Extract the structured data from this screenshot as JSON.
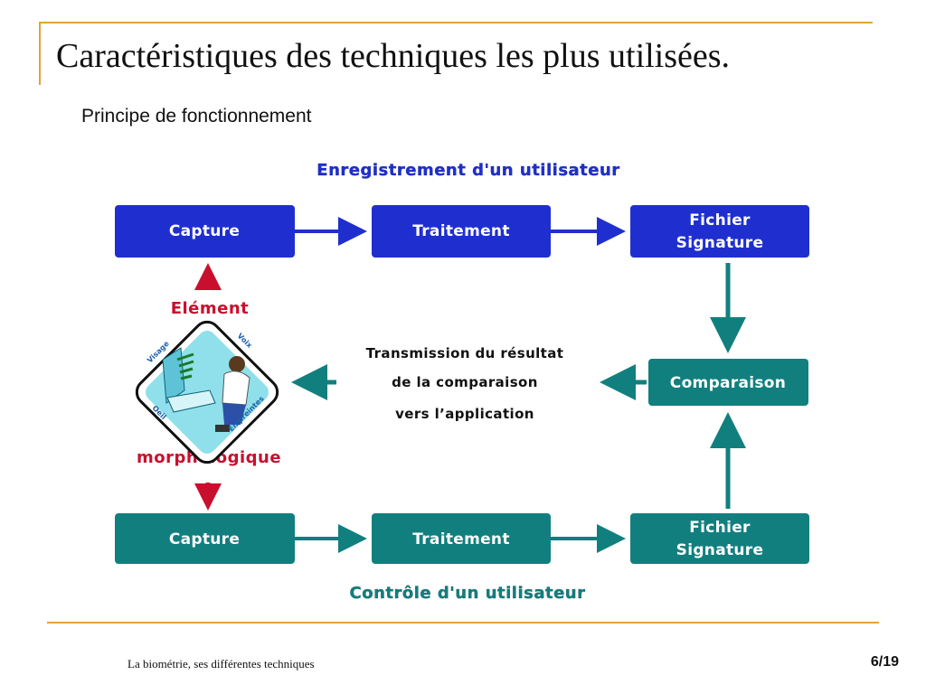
{
  "slide": {
    "title": "Caractéristiques des techniques les plus utilisées.",
    "subtitle": "Principe de fonctionnement",
    "footer": "La biométrie, ses différentes techniques",
    "page": "6/19"
  },
  "diagram": {
    "enroll_title": "Enregistrement d'un utilisateur",
    "control_title": "Contrôle d'un utilisateur",
    "enroll_row": {
      "capture": "Capture",
      "traitement": "Traitement",
      "fichier_line1": "Fichier",
      "fichier_line2": "Signature"
    },
    "control_row": {
      "capture": "Capture",
      "traitement": "Traitement",
      "fichier_line1": "Fichier",
      "fichier_line2": "Signature"
    },
    "comparaison": "Comparaison",
    "transmission": [
      "Transmission du résultat",
      "de la comparaison",
      "vers l’application"
    ],
    "element_label": "Elément",
    "morpho_label": "morphologique",
    "icon_labels": {
      "visage": "Visage",
      "voix": "Voix",
      "oeil": "Oeil",
      "empreintes": "Empreintes"
    }
  },
  "colors": {
    "accent_frame": "#e0a23c",
    "enroll_blue": "#1f2fcf",
    "control_teal": "#127f7f",
    "red_label": "#c8102e"
  }
}
